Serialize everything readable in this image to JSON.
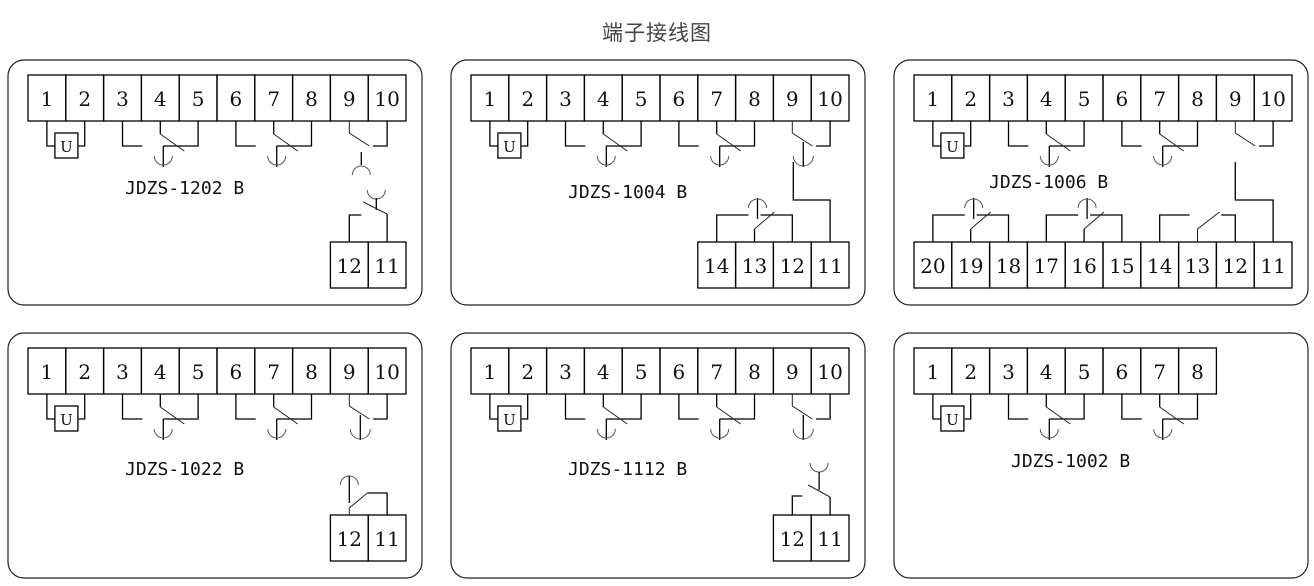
{
  "title": "端子接线图",
  "panels": [
    {
      "model": "JDZS-1202 B",
      "top_terminals": [
        "1",
        "2",
        "3",
        "4",
        "5",
        "6",
        "7",
        "8",
        "9",
        "10"
      ],
      "bottom_terminals": [
        "12",
        "11"
      ],
      "coil_label": "U",
      "contacts": [
        "3-4-5 changeover",
        "6-7-8 changeover",
        "9-10 normally open",
        "12-11 normally open"
      ]
    },
    {
      "model": "JDZS-1004 B",
      "top_terminals": [
        "1",
        "2",
        "3",
        "4",
        "5",
        "6",
        "7",
        "8",
        "9",
        "10"
      ],
      "bottom_terminals": [
        "14",
        "13",
        "12",
        "11"
      ],
      "coil_label": "U",
      "contacts": [
        "3-4-5 changeover",
        "6-7-8 changeover",
        "9-10 normally open",
        "14-13-12 changeover",
        "9-11 link"
      ]
    },
    {
      "model": "JDZS-1006 B",
      "top_terminals": [
        "1",
        "2",
        "3",
        "4",
        "5",
        "6",
        "7",
        "8",
        "9",
        "10"
      ],
      "bottom_terminals": [
        "20",
        "19",
        "18",
        "17",
        "16",
        "15",
        "14",
        "13",
        "12",
        "11"
      ],
      "coil_label": "U",
      "contacts": [
        "3-4-5 changeover",
        "6-7-8 changeover",
        "9-10 normally open",
        "20-19-18 changeover",
        "17-16-15 changeover",
        "14-13-12 changeover",
        "9-11 link"
      ]
    },
    {
      "model": "JDZS-1022 B",
      "top_terminals": [
        "1",
        "2",
        "3",
        "4",
        "5",
        "6",
        "7",
        "8",
        "9",
        "10"
      ],
      "bottom_terminals": [
        "12",
        "11"
      ],
      "coil_label": "U",
      "contacts": [
        "3-4-5 changeover",
        "6-7-8 changeover",
        "9-10 normally open",
        "12-11 normally closed"
      ]
    },
    {
      "model": "JDZS-1112 B",
      "top_terminals": [
        "1",
        "2",
        "3",
        "4",
        "5",
        "6",
        "7",
        "8",
        "9",
        "10"
      ],
      "bottom_terminals": [
        "12",
        "11"
      ],
      "coil_label": "U",
      "contacts": [
        "3-4-5 changeover",
        "6-7-8 changeover",
        "9-10 normally open",
        "12-11 normally open"
      ]
    },
    {
      "model": "JDZS-1002 B",
      "top_terminals": [
        "1",
        "2",
        "3",
        "4",
        "5",
        "6",
        "7",
        "8"
      ],
      "bottom_terminals": [],
      "coil_label": "U",
      "contacts": [
        "3-4-5 changeover",
        "6-7-8 changeover"
      ]
    }
  ]
}
